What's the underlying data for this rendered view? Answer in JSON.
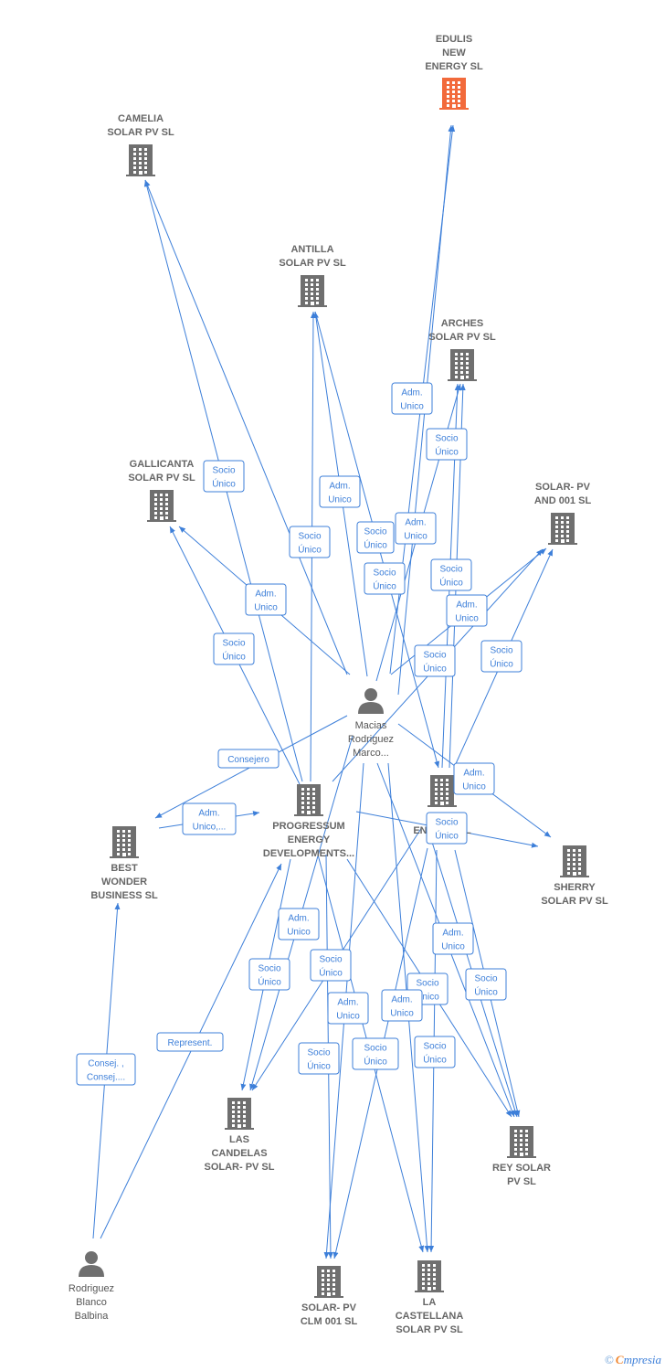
{
  "colors": {
    "accent": "#3d7fd9",
    "highlight": "#f26a3b",
    "building": "#6f6f6f",
    "person": "#6f6f6f",
    "text": "#666666"
  },
  "nodes": [
    {
      "id": "edulis",
      "type": "company",
      "highlight": true,
      "lines": [
        "EDULIS",
        "NEW",
        "ENERGY  SL"
      ]
    },
    {
      "id": "camelia",
      "type": "company",
      "lines": [
        "CAMELIA",
        "SOLAR PV  SL"
      ]
    },
    {
      "id": "antilla",
      "type": "company",
      "lines": [
        "ANTILLA",
        "SOLAR PV  SL"
      ]
    },
    {
      "id": "arches",
      "type": "company",
      "lines": [
        "ARCHES",
        "SOLAR PV  SL"
      ]
    },
    {
      "id": "gallicanta",
      "type": "company",
      "lines": [
        "GALLICANTA",
        "SOLAR PV  SL"
      ]
    },
    {
      "id": "solar001",
      "type": "company",
      "lines": [
        "SOLAR- PV",
        "AND 001  SL"
      ]
    },
    {
      "id": "macias",
      "type": "person",
      "lines": [
        "Macias",
        "Rodriguez",
        "Marco..."
      ]
    },
    {
      "id": "progressum",
      "type": "company",
      "lines": [
        "PROGRESSUM",
        "ENERGY",
        "DEVELOPMENTS..."
      ]
    },
    {
      "id": "a_energy",
      "type": "company",
      "lines": [
        "A",
        "ENERGY  SL"
      ]
    },
    {
      "id": "bestwonder",
      "type": "company",
      "lines": [
        "BEST",
        "WONDER",
        "BUSINESS SL"
      ]
    },
    {
      "id": "sherry",
      "type": "company",
      "lines": [
        "SHERRY",
        "SOLAR PV  SL"
      ]
    },
    {
      "id": "lascandelas",
      "type": "company",
      "lines": [
        "LAS",
        "CANDELAS",
        "SOLAR- PV  SL"
      ]
    },
    {
      "id": "reysolar",
      "type": "company",
      "lines": [
        "REY SOLAR",
        "PV  SL"
      ]
    },
    {
      "id": "rodriguez",
      "type": "person",
      "lines": [
        "Rodriguez",
        "Blanco",
        "Balbina"
      ]
    },
    {
      "id": "clm001",
      "type": "company",
      "lines": [
        "SOLAR- PV",
        "CLM 001  SL"
      ]
    },
    {
      "id": "castellana",
      "type": "company",
      "lines": [
        "LA",
        "CASTELLANA",
        "SOLAR PV  SL"
      ]
    }
  ],
  "edge_labels": [
    {
      "lines": [
        "Adm.",
        "Unico"
      ]
    },
    {
      "lines": [
        "Socio",
        "Único"
      ]
    },
    {
      "lines": [
        "Socio",
        "Único"
      ]
    },
    {
      "lines": [
        "Adm.",
        "Unico"
      ]
    },
    {
      "lines": [
        "Socio",
        "Único"
      ]
    },
    {
      "lines": [
        "Socio",
        "Único"
      ]
    },
    {
      "lines": [
        "Adm.",
        "Unico"
      ]
    },
    {
      "lines": [
        "Socio",
        "Único"
      ]
    },
    {
      "lines": [
        "Socio",
        "Único"
      ]
    },
    {
      "lines": [
        "Adm.",
        "Unico"
      ]
    },
    {
      "lines": [
        "Adm.",
        "Unico"
      ]
    },
    {
      "lines": [
        "Socio",
        "Único"
      ]
    },
    {
      "lines": [
        "Socio",
        "Único"
      ]
    },
    {
      "lines": [
        "Socio",
        "Único"
      ]
    },
    {
      "lines": [
        "Consejero"
      ]
    },
    {
      "lines": [
        "Adm.",
        "Unico"
      ]
    },
    {
      "lines": [
        "Adm.",
        "Unico,..."
      ]
    },
    {
      "lines": [
        "Socio",
        "Único"
      ]
    },
    {
      "lines": [
        "Adm.",
        "Unico"
      ]
    },
    {
      "lines": [
        "Adm.",
        "Unico"
      ]
    },
    {
      "lines": [
        "Socio",
        "Único"
      ]
    },
    {
      "lines": [
        "Socio",
        "Único"
      ]
    },
    {
      "lines": [
        "Socio",
        "Único"
      ]
    },
    {
      "lines": [
        "Socio",
        "Único"
      ]
    },
    {
      "lines": [
        "Adm.",
        "Unico"
      ]
    },
    {
      "lines": [
        "Adm.",
        "Unico"
      ]
    },
    {
      "lines": [
        "Socio",
        "Único"
      ]
    },
    {
      "lines": [
        "Socio",
        "Único"
      ]
    },
    {
      "lines": [
        "Socio",
        "Único"
      ]
    },
    {
      "lines": [
        "Represent."
      ]
    },
    {
      "lines": [
        "Consej. ,",
        "Consej...."
      ]
    }
  ],
  "footer": {
    "copyright": "©",
    "brand_initial": "C",
    "brand_rest": "mpresia"
  }
}
